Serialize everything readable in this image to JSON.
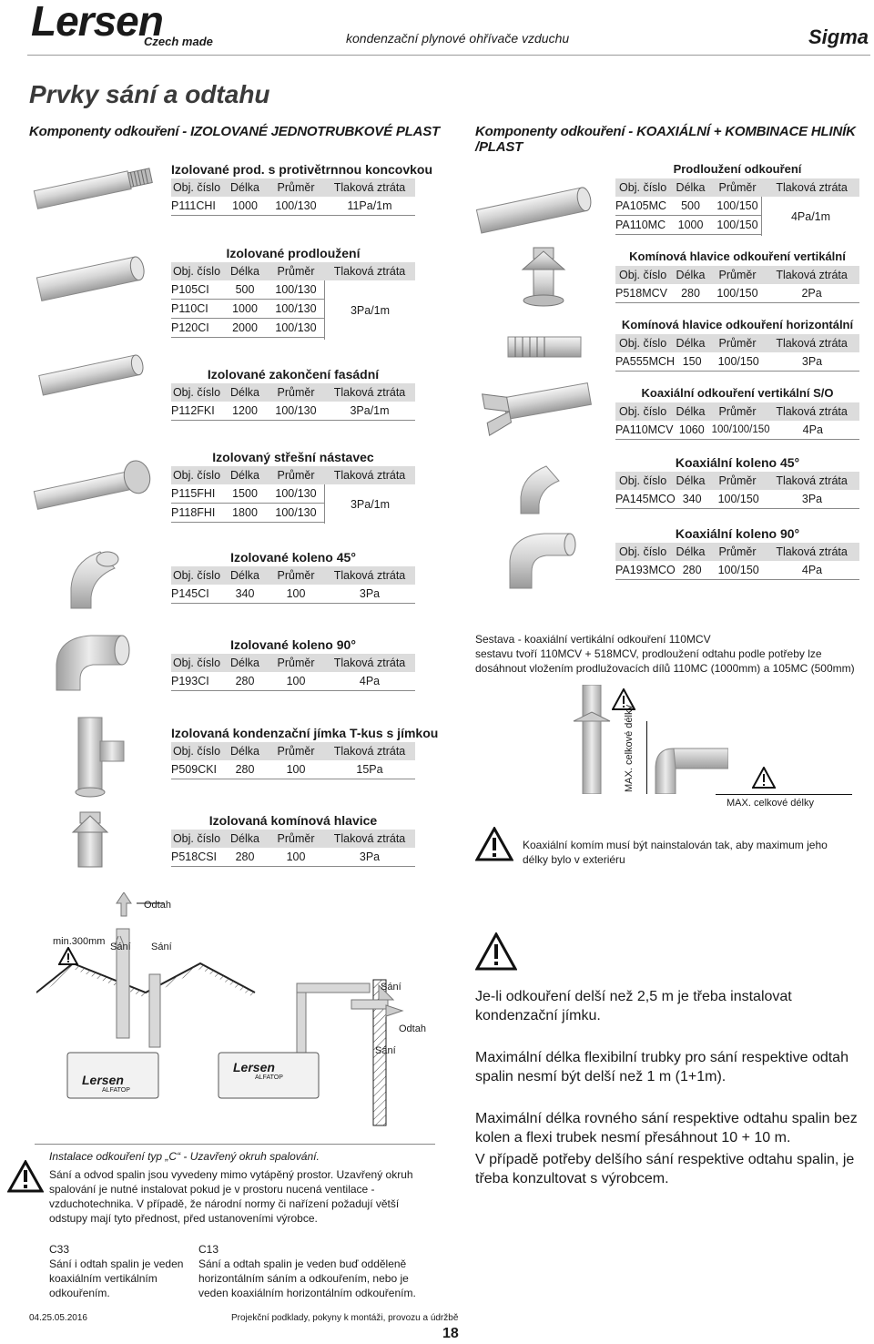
{
  "header": {
    "brand": "Lersen",
    "brand_sub": "Czech made",
    "subtitle": "kondenzační plynové ohřívače vzduchu",
    "product_line": "Sigma"
  },
  "page_title": "Prvky sání a odtahu",
  "left_section_title": "Komponenty odkouření - IZOLOVANÉ JEDNOTRUBKOVÉ PLAST",
  "right_section_title": "Komponenty odkouření - KOAXIÁLNÍ + KOMBINACE HLINÍK /PLAST",
  "col_headers": [
    "Obj. číslo",
    "Délka",
    "Průměr",
    "Tlaková ztráta"
  ],
  "left_tables": [
    {
      "title": "Izolované prod. s protivětrnnou koncovkou",
      "rows": [
        [
          "P111CHI",
          "1000",
          "100/130",
          "11Pa/1m"
        ]
      ]
    },
    {
      "title": "Izolované prodloužení",
      "rows": [
        [
          "P105CI",
          "500",
          "100/130",
          ""
        ],
        [
          "P110CI",
          "1000",
          "100/130",
          ""
        ],
        [
          "P120CI",
          "2000",
          "100/130",
          ""
        ]
      ],
      "merged": "3Pa/1m"
    },
    {
      "title": "Izolované zakončení fasádní",
      "rows": [
        [
          "P112FKI",
          "1200",
          "100/130",
          "3Pa/1m"
        ]
      ]
    },
    {
      "title": "Izolovaný střešní nástavec",
      "rows": [
        [
          "P115FHI",
          "1500",
          "100/130",
          ""
        ],
        [
          "P118FHI",
          "1800",
          "100/130",
          ""
        ]
      ],
      "merged": "3Pa/1m"
    },
    {
      "title": "Izolované koleno 45°",
      "rows": [
        [
          "P145CI",
          "340",
          "100",
          "3Pa"
        ]
      ]
    },
    {
      "title": "Izolované koleno 90°",
      "rows": [
        [
          "P193CI",
          "280",
          "100",
          "4Pa"
        ]
      ]
    },
    {
      "title": "Izolovaná kondenzační jímka T-kus s jímkou",
      "rows": [
        [
          "P509CKI",
          "280",
          "100",
          "15Pa"
        ]
      ]
    },
    {
      "title": "Izolovaná komínová hlavice",
      "rows": [
        [
          "P518CSI",
          "280",
          "100",
          "3Pa"
        ]
      ]
    }
  ],
  "right_tables": [
    {
      "title": "Prodloužení odkouření",
      "rows": [
        [
          "PA105MC",
          "500",
          "100/150",
          ""
        ],
        [
          "PA110MC",
          "1000",
          "100/150",
          ""
        ]
      ],
      "merged": "4Pa/1m"
    },
    {
      "title": "Komínová hlavice odkouření vertikální",
      "rows": [
        [
          "P518MCV",
          "280",
          "100/150",
          "2Pa"
        ]
      ]
    },
    {
      "title": "Komínová hlavice odkouření horizontální",
      "rows": [
        [
          "PA555MCH",
          "150",
          "100/150",
          "3Pa"
        ]
      ]
    },
    {
      "title": "Koaxiální odkouření vertikální S/O",
      "rows": [
        [
          "PA110MCV",
          "1060",
          "100/100/150",
          "4Pa"
        ]
      ]
    },
    {
      "title": "Koaxiální koleno 45°",
      "rows": [
        [
          "PA145MCO",
          "340",
          "100/150",
          "3Pa"
        ]
      ]
    },
    {
      "title": "Koaxiální koleno 90°",
      "rows": [
        [
          "PA193MCO",
          "280",
          "100/150",
          "4Pa"
        ]
      ]
    }
  ],
  "sestava": {
    "title": "Sestava - koaxiální vertikální odkouření 110MCV",
    "text": "sestavu tvoří 110MCV + 518MCV, prodloužení odtahu podle potřeby lze dosáhnout vložením prodlužovacích dílů 110MC (1000mm) a 105MC (500mm)",
    "max_vertical": "MAX. celkové délky",
    "max_horizontal": "MAX. celkové délky",
    "warning": "Koaxiální komím musí být nainstalován tak, aby maximum jeho délky bylo v exteriéru"
  },
  "diagram": {
    "odtah_top": "Odtah",
    "min": "min.300mm",
    "sani_1": "Sání",
    "sani_2": "Sání",
    "sani_3": "Sání",
    "odtah_right": "Odtah",
    "sani_4": "Sání",
    "boiler_1": "Lersen",
    "boiler_1_sub": "ALFATOP",
    "boiler_2": "Lersen",
    "boiler_2_sub": "ALFATOP"
  },
  "install": {
    "title": "Instalace odkouření typ „C“ - Uzavřený okruh spalování.",
    "text": "Sání a odvod spalin jsou vyvedeny mimo vytápěný prostor. Uzavřený okruh spalování je nutné instalovat pokud je v prostoru nucená ventilace - vzduchotechnika. V případě, že národní normy či nařízení požadují větší odstupy mají tyto přednost, před ustanoveními výrobce.",
    "c33_label": "C33",
    "c33_text": "Sání i odtah spalin je veden koaxiálním vertikálním odkouřením.",
    "c13_label": "C13",
    "c13_text": "Sání a odtah spalin je veden buď odděleně horizontálním sáním a odkouřením, nebo je veden koaxiálním horizontálním odkouřením."
  },
  "notes": {
    "n1": "Je-li odkouření delší než 2,5 m je třeba instalovat kondenzační jímku.",
    "n2": "Maximální délka flexibilní trubky pro sání respektive odtah spalin nesmí být delší než 1 m (1+1m).",
    "n3": "Maximální délka rovného sání respektive odtahu spalin bez kolen a flexi trubek nesmí přesáhnout 10 + 10 m.",
    "n4": "V případě potřeby delšího sání respektive odtahu spalin, je třeba konzultovat s výrobcem."
  },
  "footer": {
    "date": "04.25.05.2016",
    "doc": "Projekční podklady, pokyny k montáži, provozu a údržbě",
    "page": "18"
  },
  "colors": {
    "header_bg": "#dcdcdc",
    "rule": "#8a8a8a"
  }
}
